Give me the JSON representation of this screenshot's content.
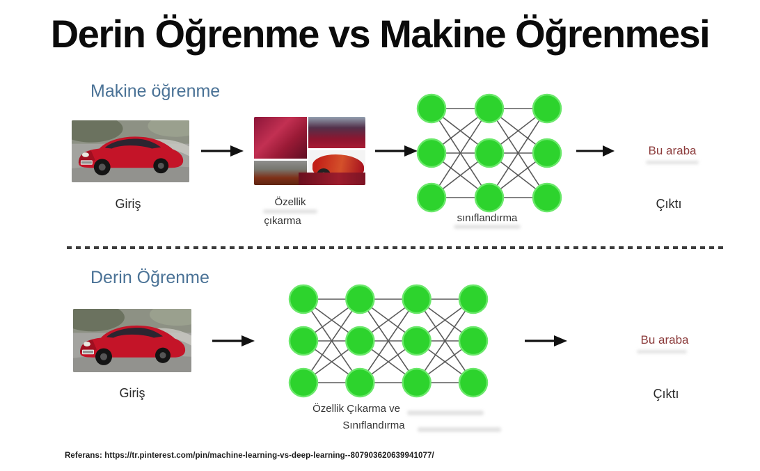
{
  "title": "Derin Öğrenme vs Makine Öğrenmesi",
  "colors": {
    "heading_blue": "#4a7296",
    "node_green": "#2dd32d",
    "node_edge_green": "#6ae86a",
    "link_gray": "#5b5b5b",
    "output_red": "#8b3a3a",
    "arrow_black": "#111111"
  },
  "ml_section": {
    "heading": "Makine öğrenme",
    "input_label": "Giriş",
    "feature_label_line1": "Özellik",
    "feature_label_line2": "çıkarma",
    "network_label": "sınıflandırma",
    "network": {
      "layers": [
        3,
        3,
        3
      ]
    },
    "output_text": "Bu araba",
    "output_label": "Çıktı"
  },
  "dl_section": {
    "heading": "Derin Öğrenme",
    "input_label": "Giriş",
    "network_label_line1": "Özellik Çıkarma ve",
    "network_label_line2": "Sınıflandırma",
    "network": {
      "layers": [
        3,
        3,
        3,
        3
      ]
    },
    "output_text": "Bu araba",
    "output_label": "Çıktı"
  },
  "footer": {
    "reference": "Referans: https://tr.pinterest.com/pin/machine-learning-vs-deep-learning--807903620639941077/"
  }
}
